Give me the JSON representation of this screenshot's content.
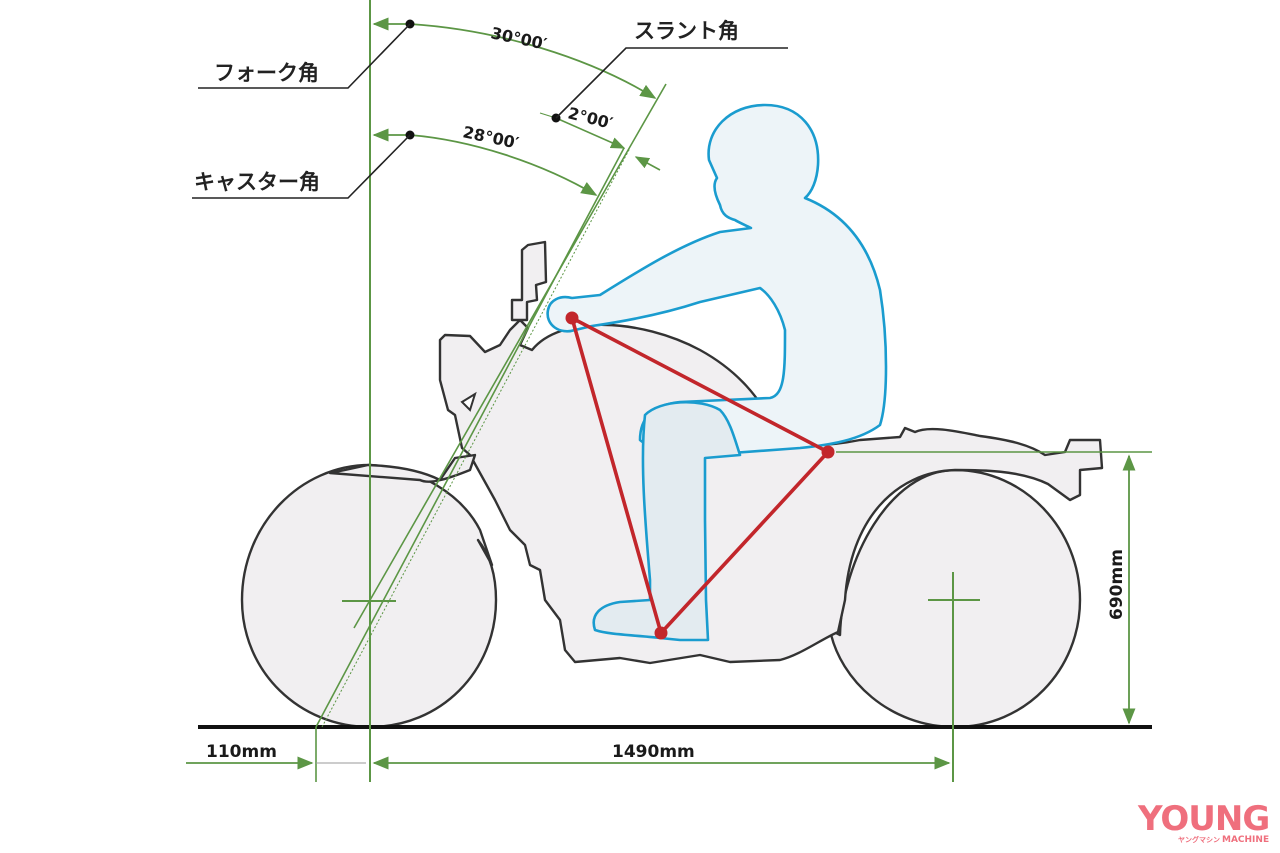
{
  "diagram": {
    "subject": "Motorcycle geometry and riding posture (side view)",
    "labels": {
      "fork_angle": "フォーク角",
      "caster_angle": "キャスター角",
      "slant_angle": "スラント角"
    },
    "angles": {
      "fork_angle_value": "30°00′",
      "caster_angle_value": "28°00′",
      "slant_angle_value": "2°00′"
    },
    "dimensions": {
      "trail": "110mm",
      "wheelbase": "1490mm",
      "seat_height": "690mm"
    },
    "rider_triangle": {
      "points": [
        "handlebar grip",
        "seat",
        "footpeg"
      ],
      "color": "#c2262b"
    },
    "colors": {
      "dimension_lines": "#5c9645",
      "rider_outline": "#1a9ccf",
      "motorcycle_outline": "#333333",
      "motorcycle_fill": "#f1eff1",
      "triangle": "#c2262b",
      "logo": "#ef6f7d"
    }
  },
  "logo": {
    "main": "YOUNG",
    "kana": "ヤングマシン",
    "sub": "MACHINE"
  }
}
